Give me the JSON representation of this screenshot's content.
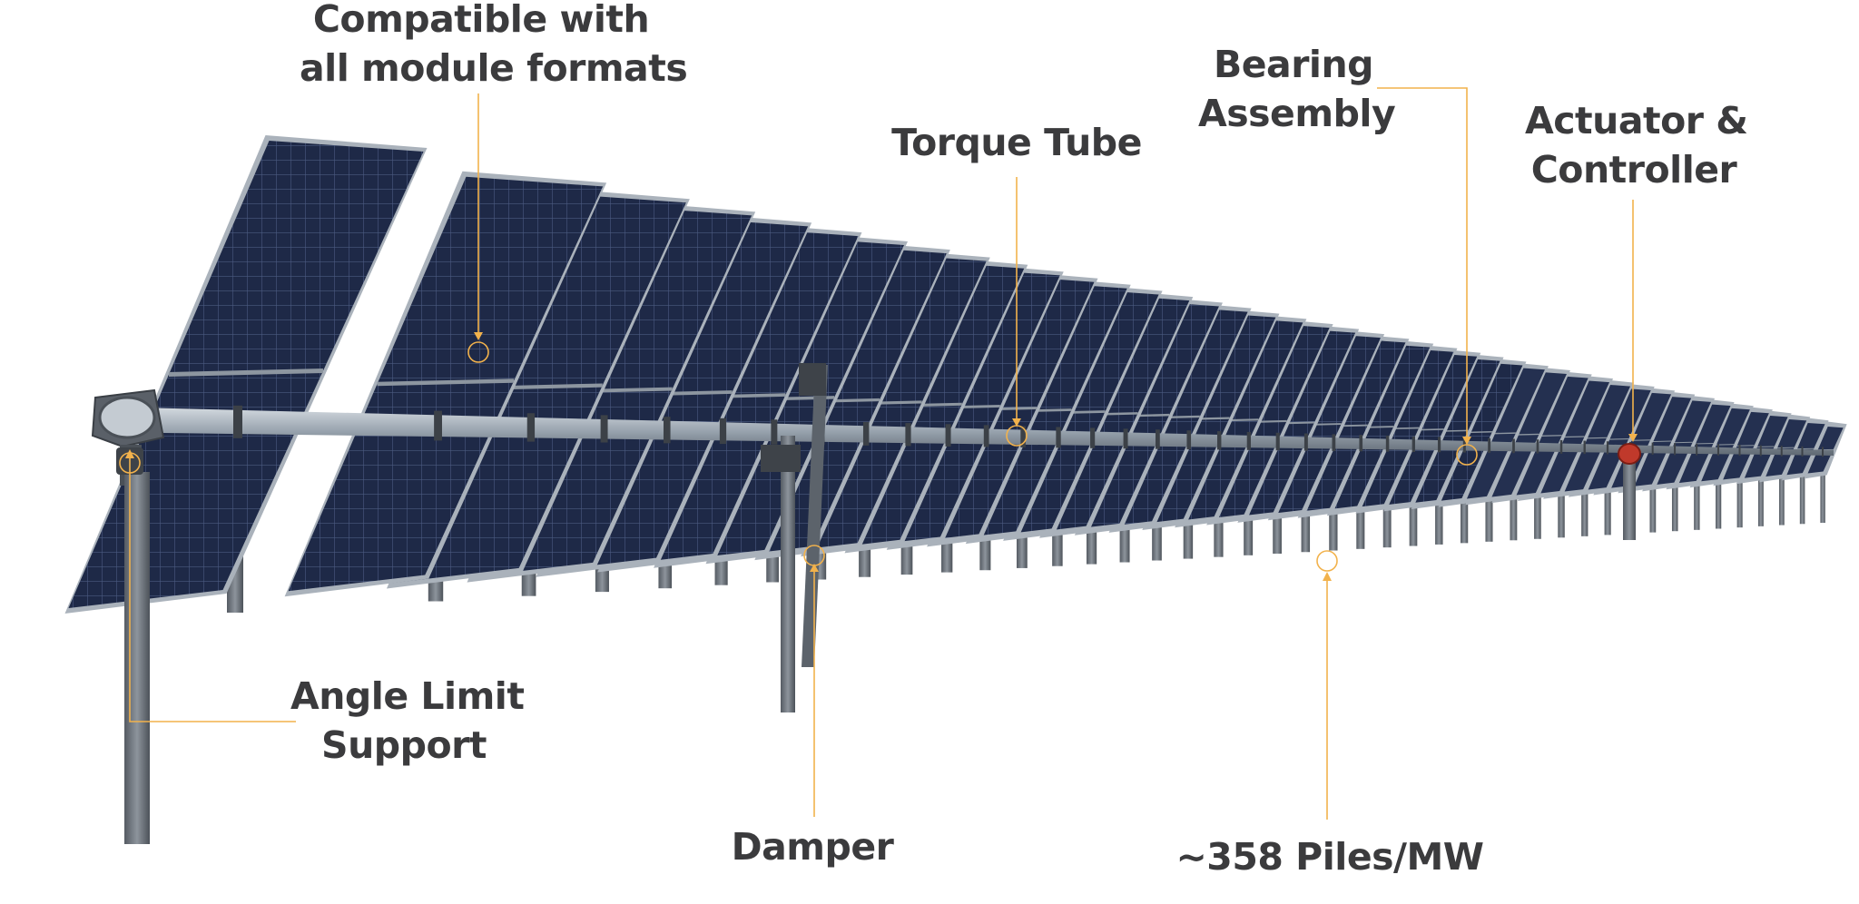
{
  "callouts": {
    "modules": {
      "line1": "Compatible with",
      "line2": "all module formats"
    },
    "torque_tube": {
      "line1": "Torque Tube"
    },
    "bearing": {
      "line1": "Bearing",
      "line2": "Assembly"
    },
    "actuator": {
      "line1": "Actuator &",
      "line2": "Controller"
    },
    "angle_limit": {
      "line1": "Angle Limit",
      "line2": "Support"
    },
    "damper": {
      "line1": "Damper"
    },
    "piles": {
      "line1": "~358 Piles/MW"
    }
  },
  "colors": {
    "callout_line": "#f2b24c",
    "label_text": "#3b3b3d",
    "panel": "#1f2a4a",
    "panel_frame": "#a9b0b8",
    "tube": "#9aa4ae",
    "post": "#6c727a",
    "actuator": "#c0392b"
  }
}
